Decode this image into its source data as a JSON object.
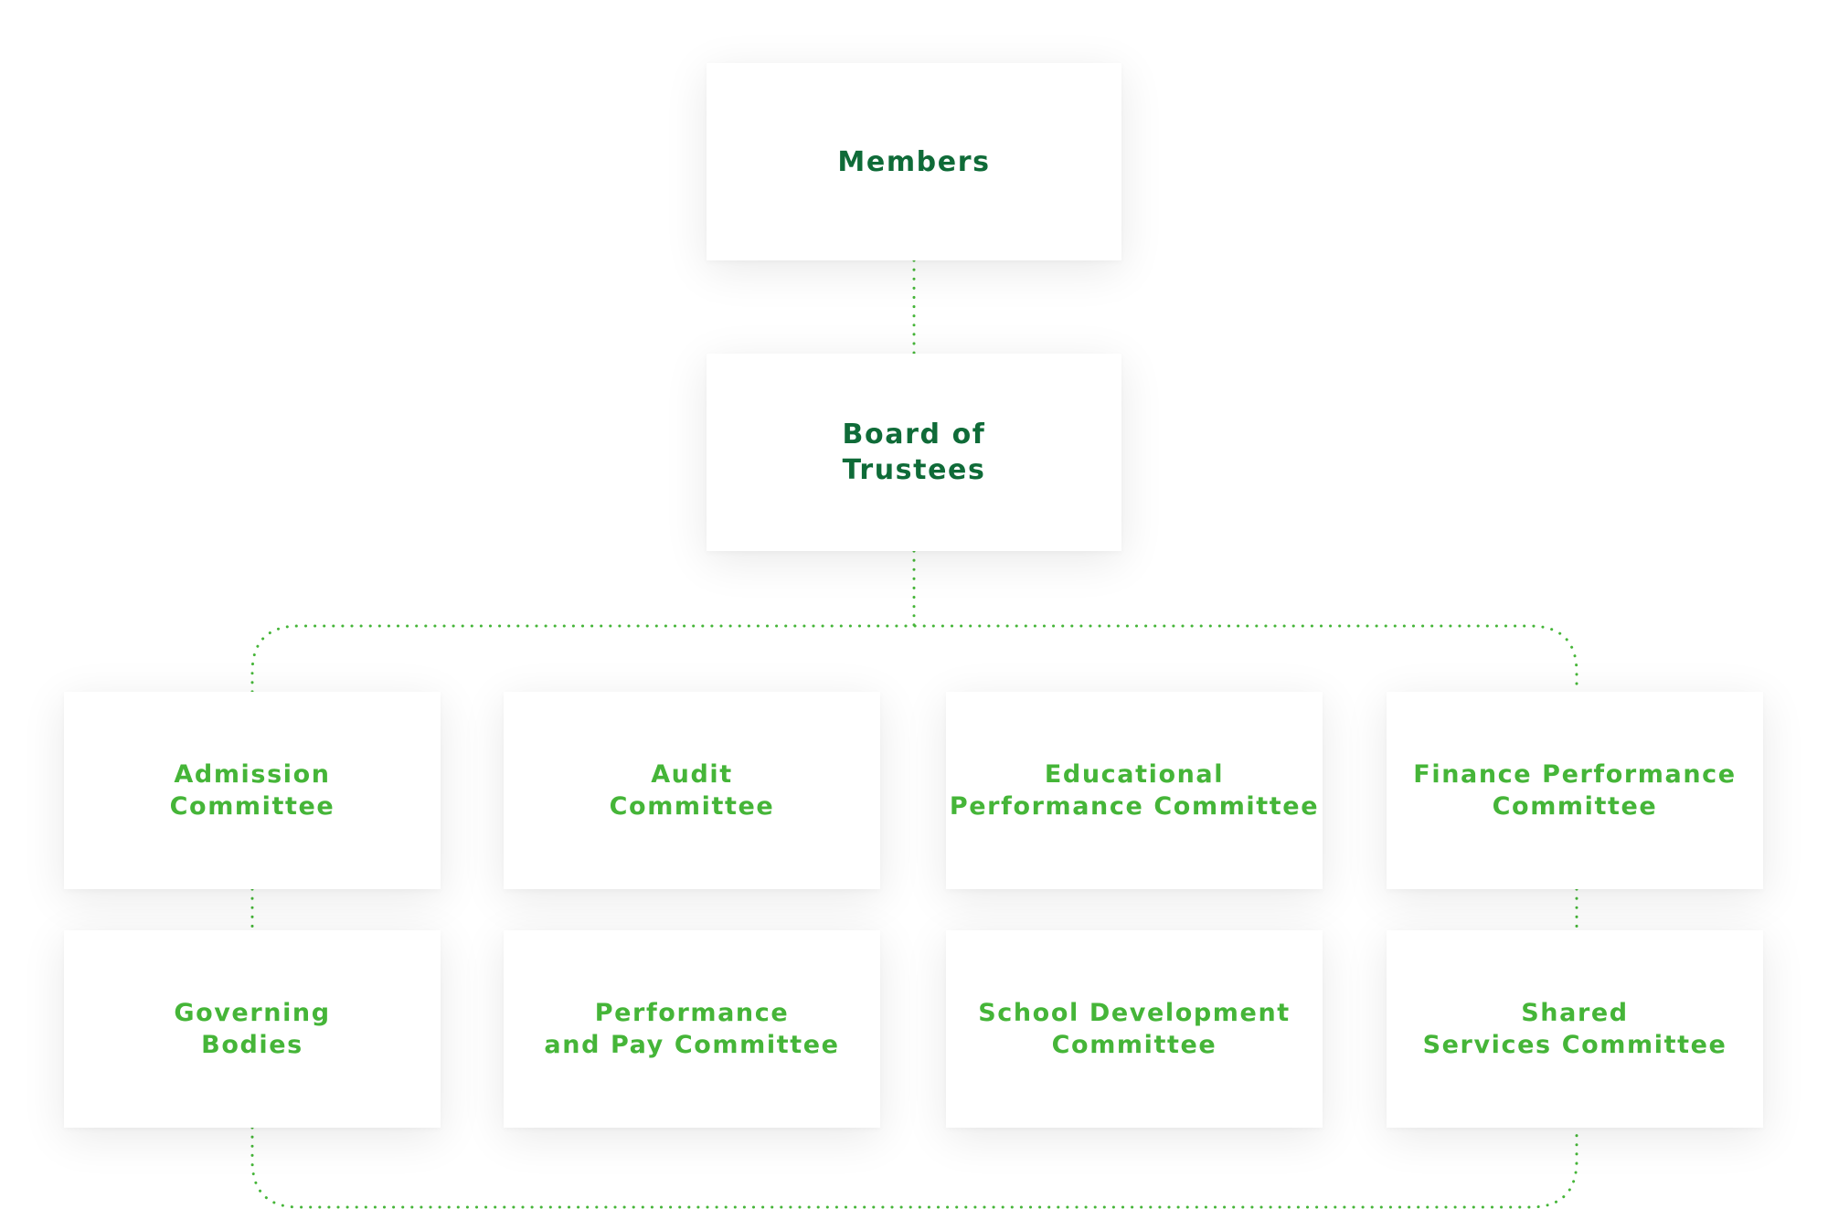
{
  "chart": {
    "members": "Members",
    "board": "Board of\nTrustees",
    "admission": "Admission\nCommittee",
    "audit": "Audit\nCommittee",
    "educational": "Educational\nPerformance Committee",
    "finance": "Finance Performance\nCommittee",
    "governing": "Governing\nBodies",
    "performance_pay": "Performance\nand Pay Committee",
    "school_development": "School Development\nCommittee",
    "shared_services": "Shared\nServices Committee"
  },
  "colors": {
    "dark_green": "#0f6b38",
    "light_green": "#45b538",
    "connector": "#45b538"
  }
}
